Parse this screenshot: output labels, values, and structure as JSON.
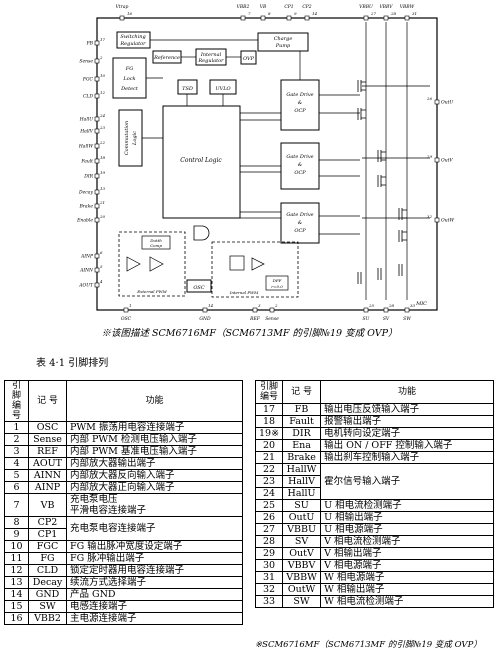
{
  "diagram": {
    "top_pins": [
      "Vtrap",
      "VBB2",
      "VB",
      "CP1",
      "CP2",
      "VBBU",
      "VBBV",
      "VBBW"
    ],
    "top_pin_numbers": [
      "16",
      "7",
      "8",
      "9",
      "14",
      "27",
      "28",
      "31"
    ],
    "left_pins": [
      "FB",
      "Sense",
      "FGC",
      "CLD",
      "HallU",
      "HallV",
      "HallW",
      "Fault",
      "DIR",
      "Decay",
      "Brake",
      "Enable",
      "AINP",
      "AINN",
      "AOUT"
    ],
    "left_pin_numbers": [
      "17",
      "2",
      "10",
      "12",
      "24",
      "23",
      "22",
      "18",
      "19",
      "13",
      "21",
      "20",
      "6",
      "5",
      "4"
    ],
    "right_pins": [
      "OutU",
      "OutV",
      "OutW"
    ],
    "right_pin_numbers": [
      "26",
      "29",
      "32"
    ],
    "bottom_pins": [
      "OSC",
      "GND",
      "REF",
      "Sense",
      "SU",
      "SV",
      "SW"
    ],
    "bottom_pin_numbers": [
      "1",
      "14",
      "3",
      "2",
      "25",
      "28",
      "33"
    ],
    "blocks": {
      "switching_regulator": "Switching Regulator",
      "reference": "Reference",
      "internal_regulator": "Internal Regulator",
      "charge_pump": "Charge Pump",
      "ovp": "OVP",
      "tsd": "TSD",
      "uvlo": "UVLO",
      "fg_lock_detect": "FG Lock Detect",
      "commutation_logic": "Commutation Logic",
      "control_logic": "Control Logic",
      "gate_drive": "Gate Drive & OCP",
      "osc": "OSC",
      "dff": "DFF r=0.0",
      "ext_pwm": "External PWM",
      "int_pwm": "Internal PWM",
      "fdc": "Dutth Comp",
      "mic": "MIC"
    },
    "caption": "※该图描述 SCM6716MF（SCM6713MF 的引脚№19 变成 OVP）"
  },
  "table": {
    "title": "表 4·1 引脚排列",
    "headers": {
      "num": "引脚\n编号",
      "sym": "记 号",
      "func": "功能"
    },
    "left_rows": [
      {
        "num": "1",
        "sym": "OSC",
        "func": "PWM 振荡用电容连接端子"
      },
      {
        "num": "2",
        "sym": "Sense",
        "func": "内部 PWM 检测电压输入端子"
      },
      {
        "num": "3",
        "sym": "REF",
        "func": "内部 PWM 基准电压输入端子"
      },
      {
        "num": "4",
        "sym": "AOUT",
        "func": "内部放大器输出端子"
      },
      {
        "num": "5",
        "sym": "AINN",
        "func": "内部放大器反向输入端子"
      },
      {
        "num": "6",
        "sym": "AINP",
        "func": "内部放大器正向输入端子"
      },
      {
        "num": "7",
        "sym": "VB",
        "func": "充电泵电压\n平滑电容连接端子"
      },
      {
        "num": "8",
        "sym": "CP2",
        "func": "充电泵电容连接端子"
      },
      {
        "num": "9",
        "sym": "CP1",
        "func": ""
      },
      {
        "num": "10",
        "sym": "FGC",
        "func": "FG 输出脉冲宽度设定端子"
      },
      {
        "num": "11",
        "sym": "FG",
        "func": "FG 脉冲输出端子"
      },
      {
        "num": "12",
        "sym": "CLD",
        "func": "锁定定时器用电容连接端子"
      },
      {
        "num": "13",
        "sym": "Decay",
        "func": "续流方式选择端子"
      },
      {
        "num": "14",
        "sym": "GND",
        "func": "产品 GND"
      },
      {
        "num": "15",
        "sym": "SW",
        "func": "电感连接端子"
      },
      {
        "num": "16",
        "sym": "VBB2",
        "func": "主电源连接端子"
      }
    ],
    "right_rows": [
      {
        "num": "17",
        "sym": "FB",
        "func": "输出电压反馈输入端子"
      },
      {
        "num": "18",
        "sym": "Fault",
        "func": "报警输出端子"
      },
      {
        "num": "19※",
        "sym": "DIR",
        "func": "电机转向设定端子"
      },
      {
        "num": "20",
        "sym": "Ena",
        "func": "输出 ON / OFF 控制输入端子"
      },
      {
        "num": "21",
        "sym": "Brake",
        "func": "输出刹车控制输入端子"
      },
      {
        "num": "22",
        "sym": "HallW",
        "func": "霍尔信号输入端子"
      },
      {
        "num": "23",
        "sym": "HallV",
        "func": ""
      },
      {
        "num": "24",
        "sym": "HallU",
        "func": ""
      },
      {
        "num": "25",
        "sym": "SU",
        "func": "U 相电流检测端子"
      },
      {
        "num": "26",
        "sym": "OutU",
        "func": "U 相输出端子"
      },
      {
        "num": "27",
        "sym": "VBBU",
        "func": "U 相电源端子"
      },
      {
        "num": "28",
        "sym": "SV",
        "func": "V 相电流检测端子"
      },
      {
        "num": "29",
        "sym": "OutV",
        "func": "V 相输出端子"
      },
      {
        "num": "30",
        "sym": "VBBV",
        "func": "V 相电源端子"
      },
      {
        "num": "31",
        "sym": "VBBW",
        "func": "W 相电源端子"
      },
      {
        "num": "32",
        "sym": "OutW",
        "func": "W 相输出端子"
      },
      {
        "num": "33",
        "sym": "SW",
        "func": "W 相电流检测端子"
      }
    ],
    "footnote": "※SCM6716MF（SCM6713MF 的引脚№19 变成 OVP）"
  }
}
